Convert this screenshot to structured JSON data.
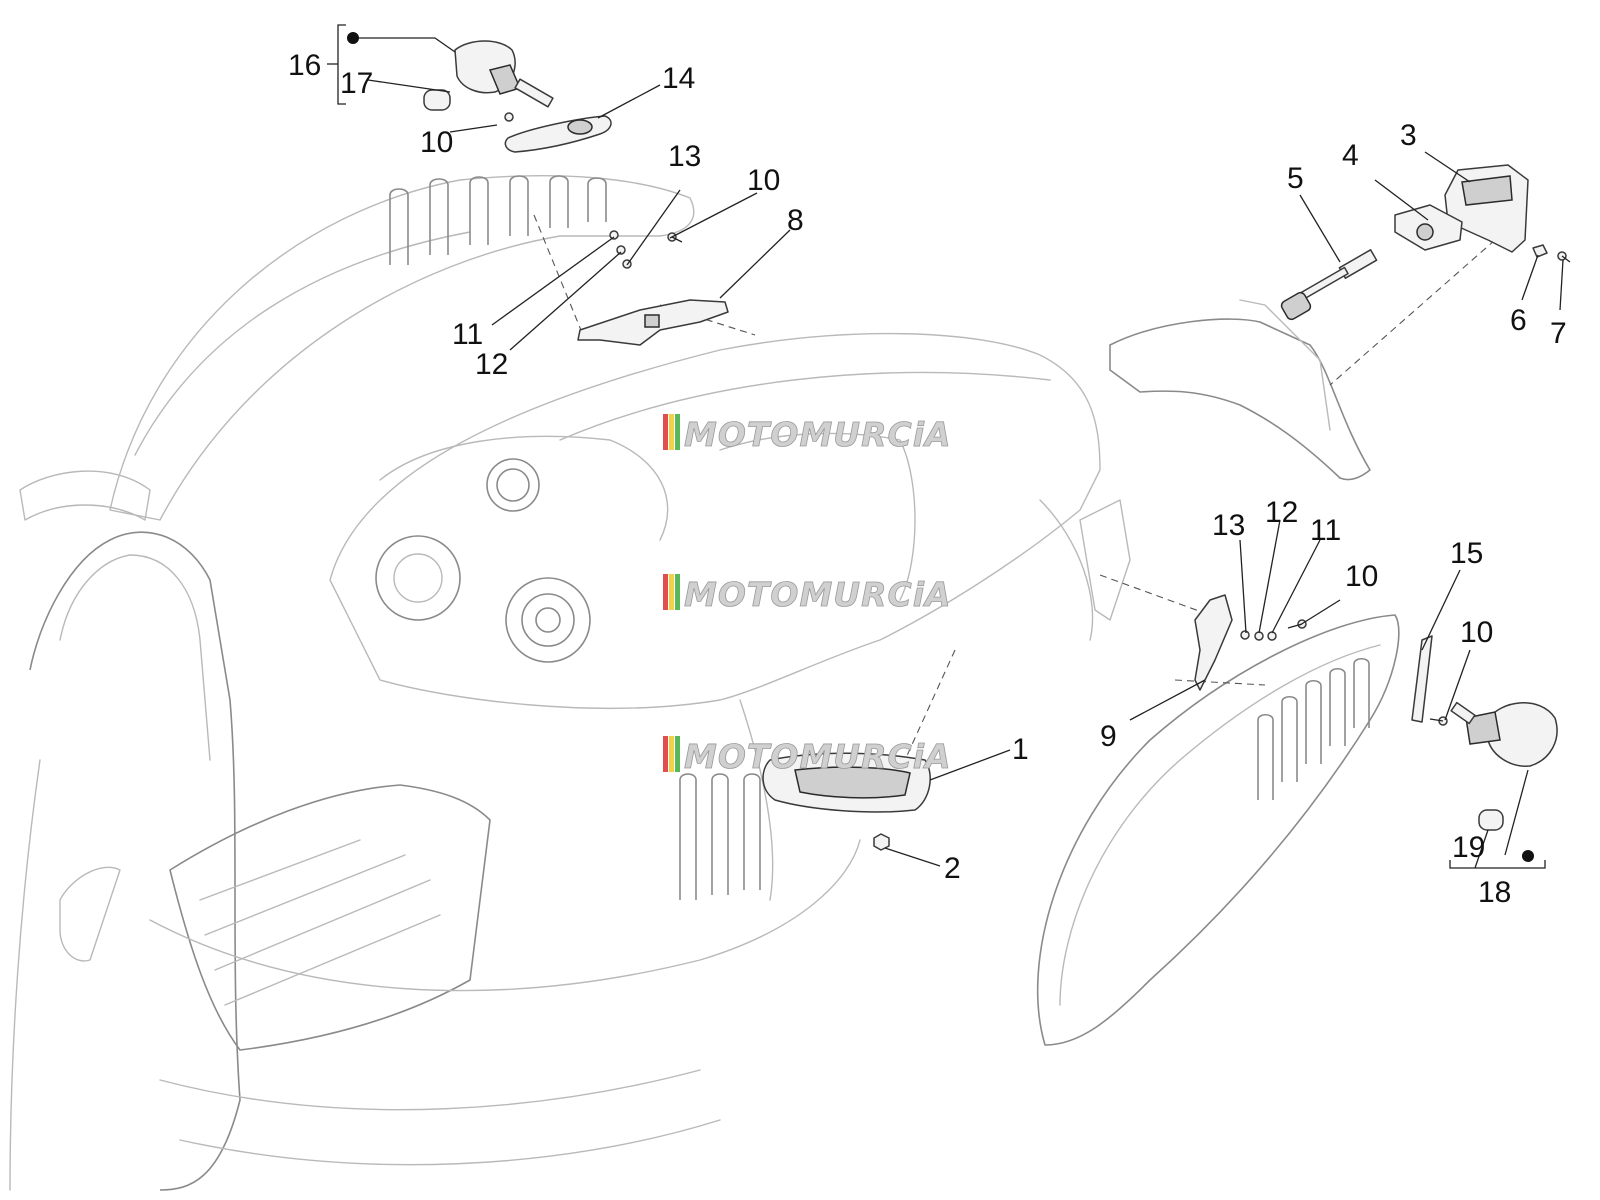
{
  "watermark": {
    "text": "MOTOMURCiA",
    "stripe_colors": [
      "#e05050",
      "#f2d14a",
      "#57b85a"
    ]
  },
  "callouts": [
    {
      "id": "c1",
      "label": "1"
    },
    {
      "id": "c2",
      "label": "2"
    },
    {
      "id": "c3",
      "label": "3"
    },
    {
      "id": "c4",
      "label": "4"
    },
    {
      "id": "c5",
      "label": "5"
    },
    {
      "id": "c6",
      "label": "6"
    },
    {
      "id": "c7",
      "label": "7"
    },
    {
      "id": "c8",
      "label": "8"
    },
    {
      "id": "c9",
      "label": "9"
    },
    {
      "id": "c10a",
      "label": "10"
    },
    {
      "id": "c10b",
      "label": "10"
    },
    {
      "id": "c10c",
      "label": "10"
    },
    {
      "id": "c10d",
      "label": "10"
    },
    {
      "id": "c11a",
      "label": "11"
    },
    {
      "id": "c11b",
      "label": "11"
    },
    {
      "id": "c12a",
      "label": "12"
    },
    {
      "id": "c12b",
      "label": "12"
    },
    {
      "id": "c13a",
      "label": "13"
    },
    {
      "id": "c13b",
      "label": "13"
    },
    {
      "id": "c14",
      "label": "14"
    },
    {
      "id": "c15",
      "label": "15"
    },
    {
      "id": "c16",
      "label": "16"
    },
    {
      "id": "c17",
      "label": "17"
    },
    {
      "id": "c18",
      "label": "18"
    },
    {
      "id": "c19",
      "label": "19"
    }
  ]
}
